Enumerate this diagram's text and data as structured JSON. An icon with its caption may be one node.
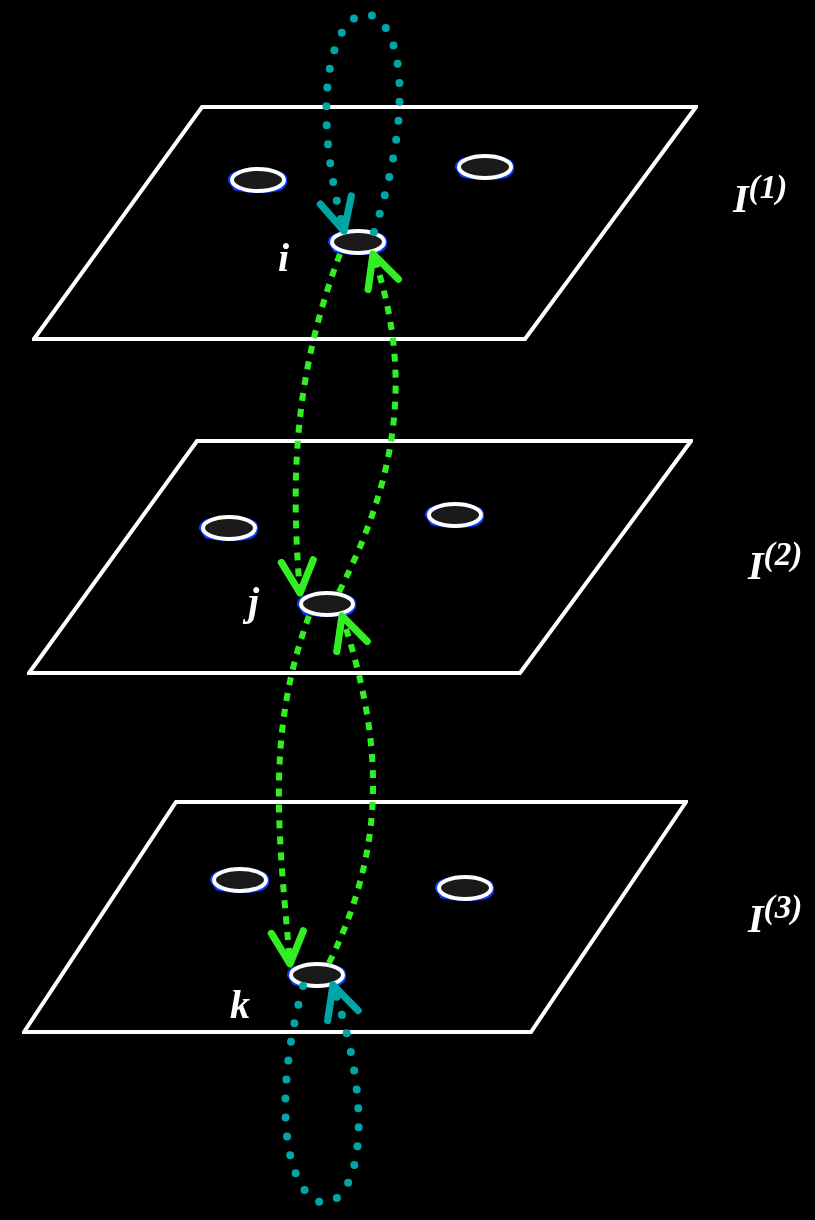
{
  "diagram": {
    "nodes": [
      {
        "text": [],
        "shape": "parallelogram",
        "beside": [
          "I$^{(1)}$"
        ]
      },
      {
        "text": [],
        "shape": "ellipse",
        "in": 0
      },
      {
        "text": [],
        "shape": "ellipse",
        "in": 0
      },
      {
        "text": [],
        "shape": "ellipse",
        "in": 0,
        "beside": [
          "i"
        ]
      },
      {
        "text": [],
        "shape": "parallelogram",
        "beside": [
          "I$^{(2)}$"
        ]
      },
      {
        "text": [],
        "shape": "ellipse",
        "in": 4
      },
      {
        "text": [],
        "shape": "ellipse",
        "in": 4
      },
      {
        "text": [],
        "shape": "ellipse",
        "in": 4,
        "beside": [
          "j"
        ]
      },
      {
        "text": [],
        "shape": "parallelogram",
        "beside": [
          "I$^{(3)}$"
        ]
      },
      {
        "text": [],
        "shape": "ellipse",
        "in": 8
      },
      {
        "text": [],
        "shape": "ellipse",
        "in": 8
      },
      {
        "text": [],
        "shape": "ellipse",
        "in": 8,
        "beside": [
          "k"
        ]
      }
    ],
    "edges": [
      {
        "from": 3,
        "to": 7,
        "arrow": "to"
      },
      {
        "from": 7,
        "to": 3,
        "arrow": "to"
      },
      {
        "from": 7,
        "to": 11,
        "arrow": "to"
      },
      {
        "from": 11,
        "to": 7,
        "arrow": "to"
      },
      {
        "from": 3,
        "to": 3,
        "arrow": "to",
        "color": "#00a5a5"
      },
      {
        "from": 11,
        "to": 11,
        "arrow": "to",
        "color": "#00a5a5"
      }
    ]
  }
}
